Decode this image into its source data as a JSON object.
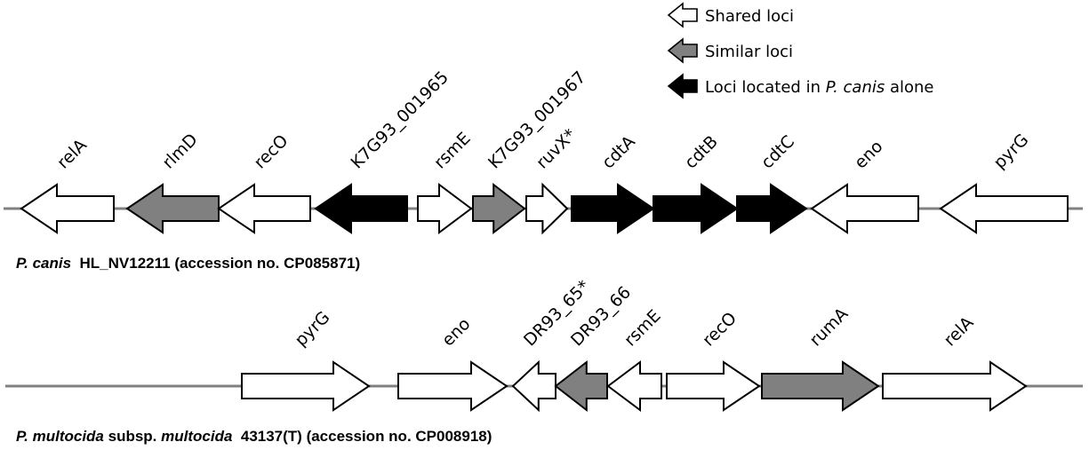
{
  "legend": [
    {
      "label": "Shared loci",
      "fill": "#ffffff",
      "key": "shared"
    },
    {
      "label": "Similar loci",
      "fill": "#808080",
      "key": "similar"
    },
    {
      "label_parts": [
        "Loci located in ",
        "P. canis",
        " alone"
      ],
      "fill": "#000000",
      "key": "unique"
    }
  ],
  "colors": {
    "shared": "#ffffff",
    "similar": "#808080",
    "unique": "#000000",
    "backbone": "#808080",
    "outline": "#000000"
  },
  "tracks": [
    {
      "name": "p-canis",
      "caption": {
        "species": "P. canis",
        "rest": "  HL_NV12211 (accession no. CP085871)"
      },
      "backbone_span": [
        4,
        1218
      ],
      "genes": [
        {
          "label": "relA",
          "type": "shared",
          "strand": "-",
          "start": 24,
          "end": 128
        },
        {
          "label": "rlmD",
          "type": "similar",
          "strand": "-",
          "start": 143,
          "end": 246
        },
        {
          "label": "recO",
          "type": "shared",
          "strand": "-",
          "start": 246,
          "end": 349
        },
        {
          "label": "K7G93_001965",
          "type": "unique",
          "strand": "-",
          "start": 355,
          "end": 458
        },
        {
          "label": "rsmE",
          "type": "shared",
          "strand": "+",
          "start": 470,
          "end": 530
        },
        {
          "label": "K7G93_001967",
          "type": "similar",
          "strand": "+",
          "start": 532,
          "end": 590
        },
        {
          "label": "ruvX*",
          "type": "shared",
          "strand": "+",
          "start": 592,
          "end": 638
        },
        {
          "label": "cdtA",
          "type": "unique",
          "strand": "+",
          "start": 643,
          "end": 735
        },
        {
          "label": "cdtB",
          "type": "unique",
          "strand": "+",
          "start": 735,
          "end": 829
        },
        {
          "label": "cdtC",
          "type": "unique",
          "strand": "+",
          "start": 829,
          "end": 907
        },
        {
          "label": "eno",
          "type": "shared",
          "strand": "-",
          "start": 913,
          "end": 1033
        },
        {
          "label": "pyrG",
          "type": "shared",
          "strand": "-",
          "start": 1058,
          "end": 1201
        }
      ]
    },
    {
      "name": "p-multocida",
      "caption": {
        "species": "P. multocida",
        "mid": " subsp. ",
        "subspecies": "multocida",
        "rest": "  43137(T) (accession no. CP008918)"
      },
      "backbone_span": [
        6,
        1218
      ],
      "genes": [
        {
          "label": "pyrG",
          "type": "shared",
          "strand": "+",
          "start": 272,
          "end": 415
        },
        {
          "label": "eno",
          "type": "shared",
          "strand": "+",
          "start": 448,
          "end": 570
        },
        {
          "label": "DR93_65*",
          "type": "shared",
          "strand": "-",
          "start": 577,
          "end": 625
        },
        {
          "label": "DR93_66",
          "type": "similar",
          "strand": "-",
          "start": 625,
          "end": 683
        },
        {
          "label": "rsmE",
          "type": "shared",
          "strand": "-",
          "start": 684,
          "end": 744
        },
        {
          "label": "recO",
          "type": "shared",
          "strand": "+",
          "start": 750,
          "end": 854
        },
        {
          "label": "rumA",
          "type": "similar",
          "strand": "+",
          "start": 857,
          "end": 988
        },
        {
          "label": "relA",
          "type": "shared",
          "strand": "+",
          "start": 993,
          "end": 1154
        }
      ]
    }
  ]
}
